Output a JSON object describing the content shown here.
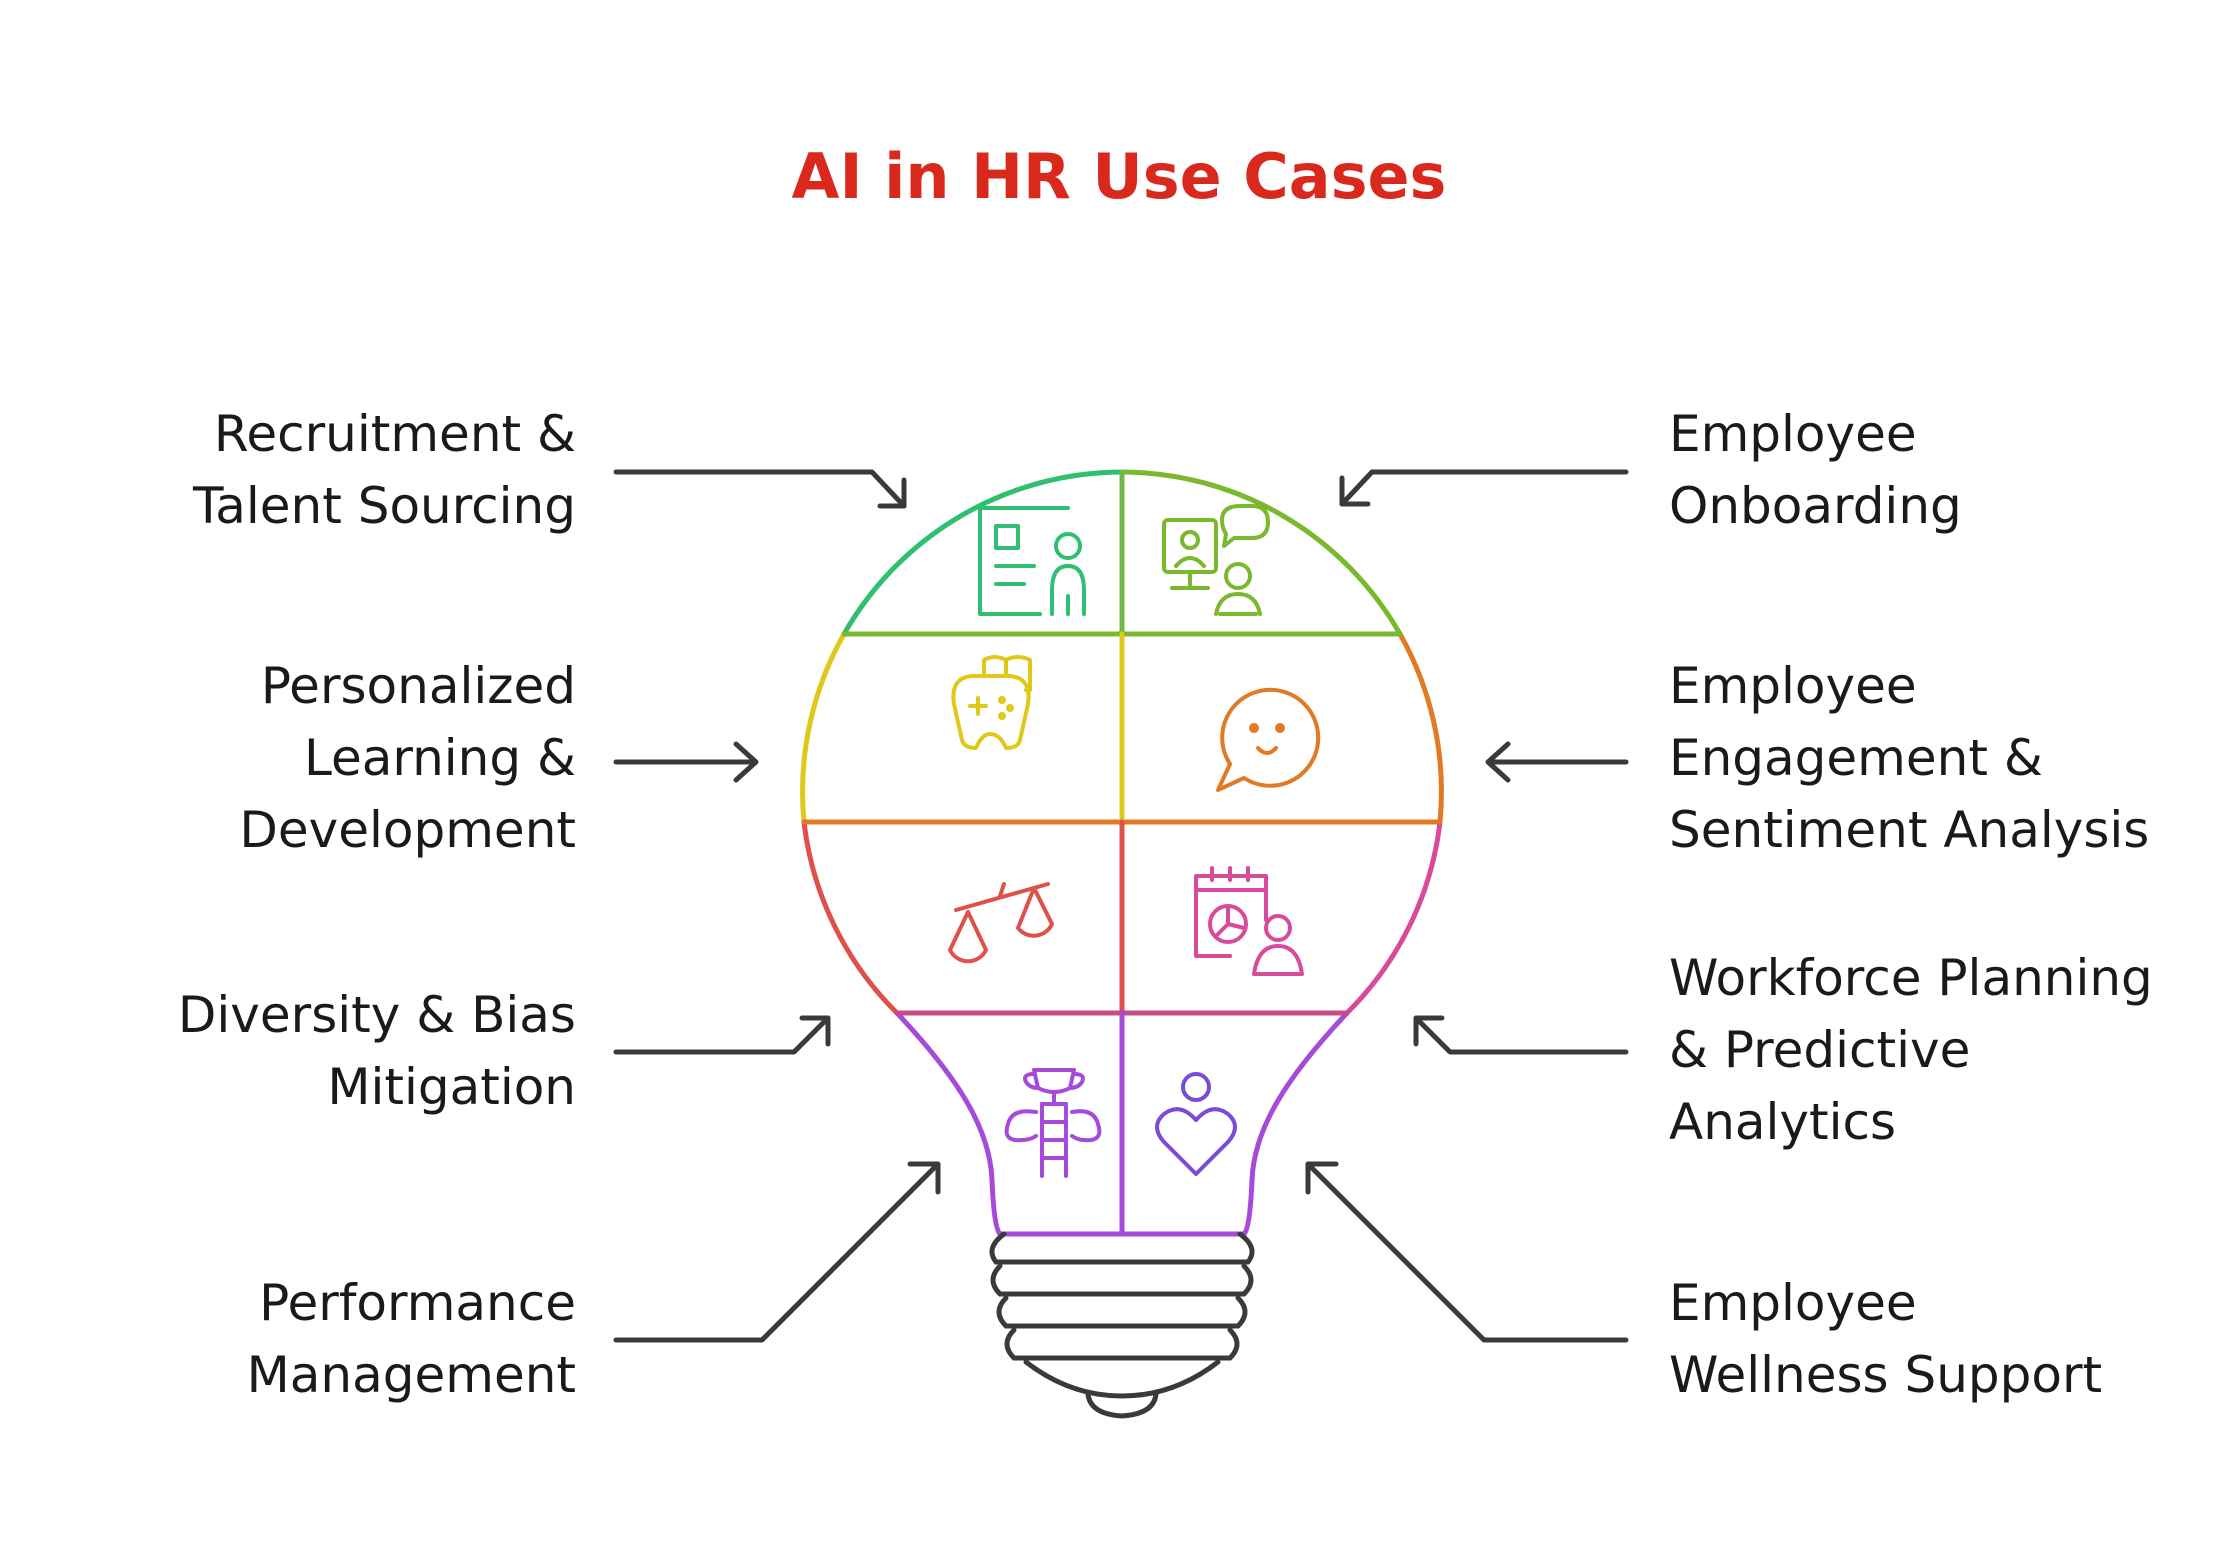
{
  "title": "AI in HR Use Cases",
  "labels": {
    "recruitment": "Recruitment &\nTalent Sourcing",
    "learning": "Personalized\nLearning &\nDevelopment",
    "diversity": "Diversity & Bias\nMitigation",
    "performance": "Performance\nManagement",
    "onboarding": "Employee\nOnboarding",
    "engagement": "Employee\nEngagement &\nSentiment Analysis",
    "workforce": "Workforce Planning\n& Predictive\nAnalytics",
    "wellness": "Employee\nWellness Support"
  },
  "icons": {
    "recruitment": "id-card-person-icon",
    "onboarding": "video-call-chat-icon",
    "learning": "gamepad-book-icon",
    "engagement": "smiley-chat-icon",
    "diversity": "balance-scale-icon",
    "workforce": "calendar-chart-person-icon",
    "performance": "trophy-ladder-icon",
    "wellness": "person-heart-icon"
  },
  "colors": {
    "title": "#d9291c",
    "green": "#2fbf71",
    "lime": "#7ab82e",
    "yellow": "#e0c81a",
    "orange": "#e07a24",
    "red": "#e0504a",
    "magenta": "#d94a9a",
    "purple": "#a64ad9",
    "violet": "#7a4ad9",
    "arrow": "#3a3a3a",
    "base": "#3a3a3a"
  }
}
